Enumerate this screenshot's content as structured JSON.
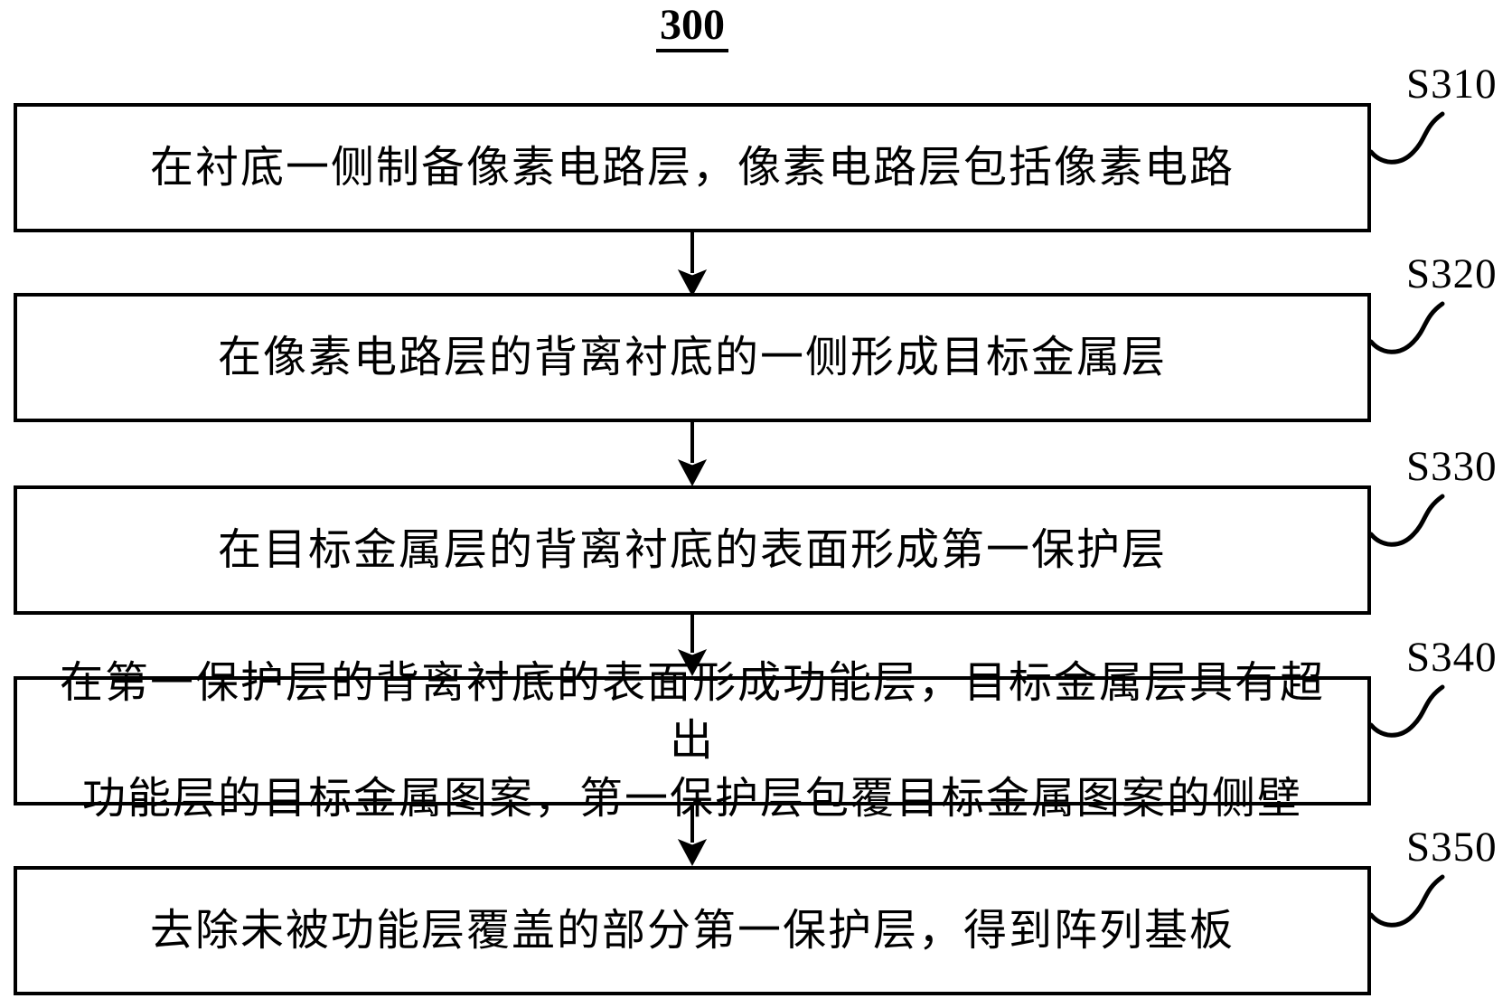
{
  "figure": {
    "number": "300"
  },
  "flowchart": {
    "steps": [
      {
        "id": "S310",
        "lines": [
          "在衬底一侧制备像素电路层，像素电路层包括像素电路"
        ]
      },
      {
        "id": "S320",
        "lines": [
          "在像素电路层的背离衬底的一侧形成目标金属层"
        ]
      },
      {
        "id": "S330",
        "lines": [
          "在目标金属层的背离衬底的表面形成第一保护层"
        ]
      },
      {
        "id": "S340",
        "lines": [
          "在第一保护层的背离衬底的表面形成功能层，目标金属层具有超出",
          "功能层的目标金属图案，第一保护层包覆目标金属图案的侧壁"
        ]
      },
      {
        "id": "S350",
        "lines": [
          "去除未被功能层覆盖的部分第一保护层，得到阵列基板"
        ]
      }
    ],
    "colors": {
      "line": "#000000",
      "background": "#ffffff"
    }
  }
}
